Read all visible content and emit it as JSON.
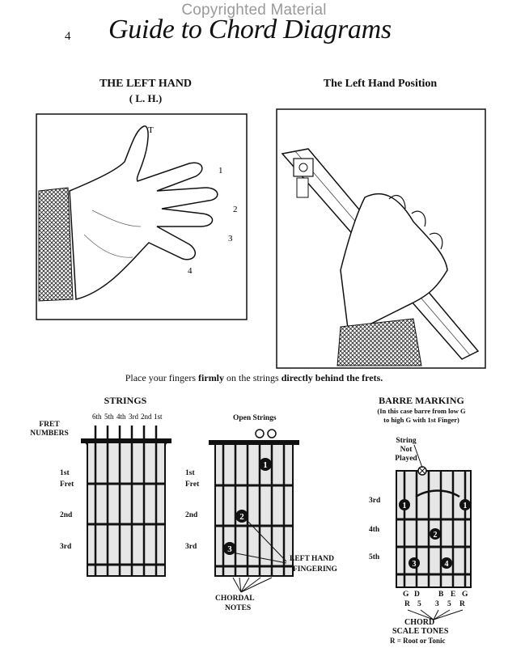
{
  "watermark": "Copyrighted Material",
  "page_number": "4",
  "title": "Guide to Chord Diagrams",
  "left_hand": {
    "heading": "THE LEFT HAND",
    "abbrev": "( L. H.)",
    "finger_labels": [
      "T",
      "1",
      "2",
      "3",
      "4"
    ]
  },
  "left_hand_position": {
    "heading": "The Left Hand Position"
  },
  "caption": {
    "part1": "Place your fingers ",
    "part2": "firmly",
    "part3": " on the strings ",
    "part4": "directly behind the frets."
  },
  "strings_diagram": {
    "heading": "STRINGS",
    "string_names": [
      "6th",
      "5th",
      "4th",
      "3rd",
      "2nd",
      "1st"
    ],
    "fret_numbers_label": "FRET",
    "fret_numbers_label2": "NUMBERS",
    "frets": [
      "1st",
      "Fret",
      "2nd",
      "3rd"
    ]
  },
  "fingering_diagram": {
    "open_strings": "Open Strings",
    "frets": [
      "1st",
      "Fret",
      "2nd",
      "3rd"
    ],
    "fingers": [
      "1",
      "2",
      "3"
    ],
    "left_hand_label": "LEFT HAND",
    "fingering_label": "FINGERING",
    "chordal_label": "CHORDAL",
    "notes_label": "NOTES"
  },
  "barre_diagram": {
    "heading": "BARRE MARKING",
    "sub1": "(In this case barre from low G",
    "sub2": "to high G with 1st Finger)",
    "not_played1": "String",
    "not_played2": "Not Played",
    "frets": [
      "3rd",
      "4th",
      "5th"
    ],
    "fingers": [
      "1",
      "1",
      "2",
      "3",
      "4"
    ],
    "notes": [
      "G",
      "D",
      "B",
      "E",
      "G"
    ],
    "tones": [
      "R",
      "5",
      "3",
      "5",
      "R"
    ],
    "chord_label": "CHORD",
    "scale_label": "SCALE TONES",
    "legend": "R = Root or Tonic"
  }
}
